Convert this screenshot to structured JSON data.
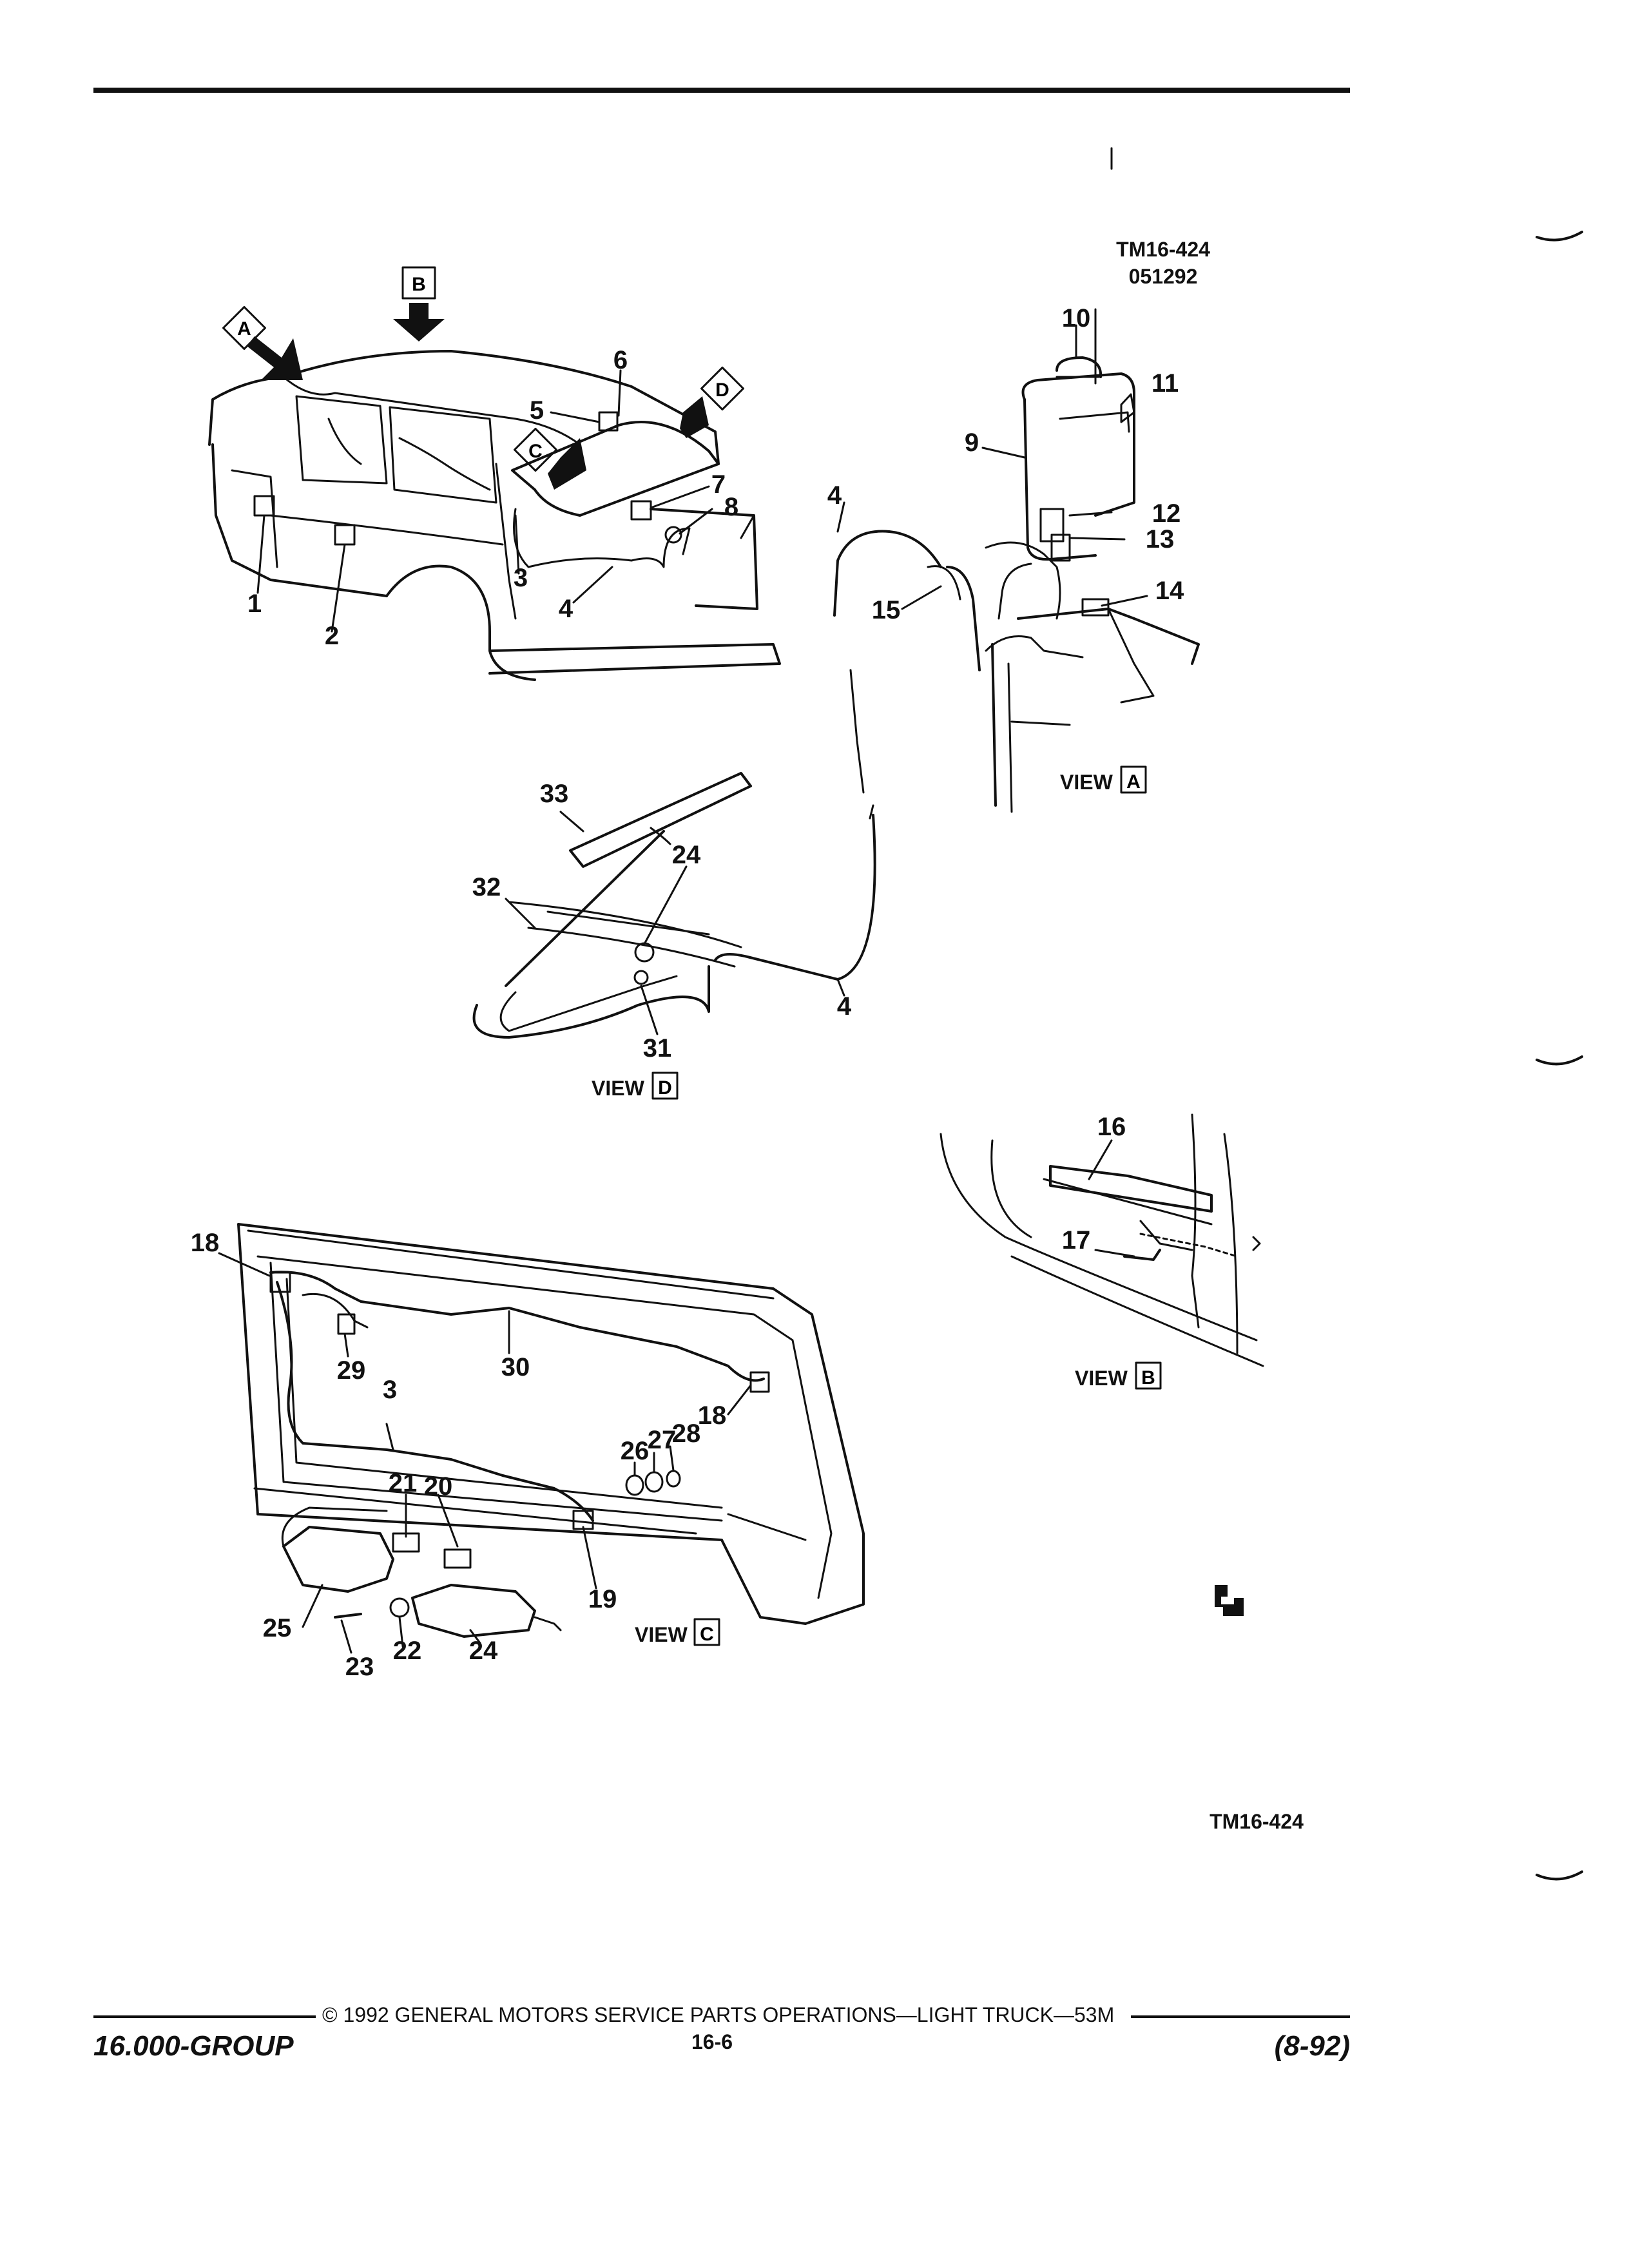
{
  "drawing_id": "TM16-424",
  "drawing_date": "051292",
  "bottom_ref": "TM16-424",
  "callouts": [
    "1",
    "2",
    "3",
    "4",
    "5",
    "6",
    "7",
    "8",
    "9",
    "10",
    "11",
    "12",
    "13",
    "14",
    "15",
    "16",
    "17",
    "18",
    "19",
    "20",
    "21",
    "22",
    "23",
    "24",
    "25",
    "26",
    "27",
    "28",
    "29",
    "30",
    "31",
    "32",
    "33"
  ],
  "view_word": "VIEW",
  "views": {
    "a": "A",
    "b": "B",
    "c": "C",
    "d": "D"
  },
  "footer": {
    "copyright": "© 1992 GENERAL MOTORS SERVICE PARTS OPERATIONS—LIGHT TRUCK—53M",
    "group": "16.000-GROUP",
    "page": "16-6",
    "date": "(8-92)"
  }
}
